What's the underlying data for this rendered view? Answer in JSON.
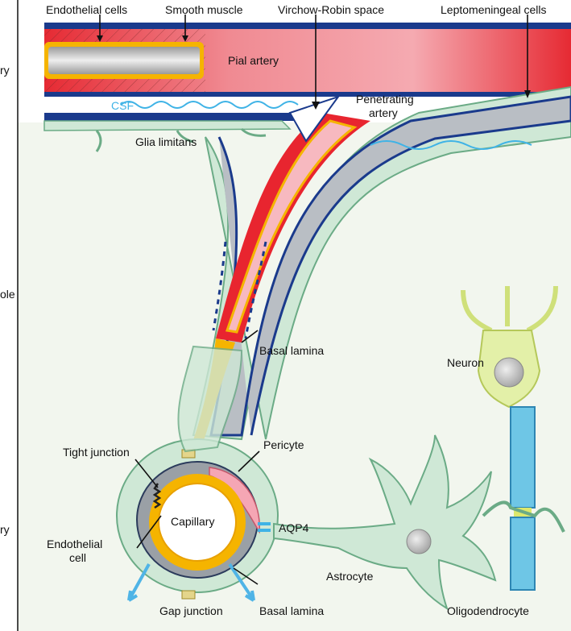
{
  "labels": {
    "endothelial_cells": "Endothelial cells",
    "smooth_muscle": "Smooth muscle",
    "virchow_robin": "Virchow-Robin space",
    "leptomeningeal": "Leptomeningeal cells",
    "pial_artery": "Pial artery",
    "csf": "CSF",
    "penetrating_artery_1": "Penetrating",
    "penetrating_artery_2": "artery",
    "glia_limitans": "Glia limitans",
    "basal_lamina_upper": "Basal lamina",
    "neuron": "Neuron",
    "pericyte": "Pericyte",
    "tight_junction": "Tight junction",
    "capillary": "Capillary",
    "aqp4": "AQP4",
    "endothelial_cell_1": "Endothelial",
    "endothelial_cell_2": "cell",
    "astrocyte": "Astrocyte",
    "gap_junction": "Gap junction",
    "basal_lamina_lower": "Basal lamina",
    "oligodendrocyte": "Oligodendrocyte"
  },
  "side_labels": {
    "top": "ry",
    "middle": "ole",
    "bottom": "ry"
  },
  "colors": {
    "artery_red": "#e8252f",
    "artery_pink": "#f7b9c0",
    "astro_green": "#cfe8d6",
    "astro_outline": "#6bab86",
    "csf_blue": "#3fb3e6",
    "dark_blue": "#1a3a8c",
    "endothelial_yellow": "#f5b400",
    "neuron_yellow": "#e3f0a8",
    "axon_blue": "#6ec6e6"
  }
}
